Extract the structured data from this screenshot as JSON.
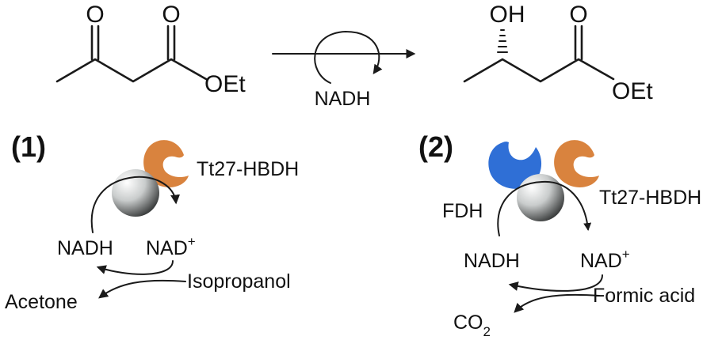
{
  "reaction": {
    "reactant": {
      "ketone_o": "O",
      "ester_o": "O",
      "ester_group": "OEt"
    },
    "product": {
      "hydroxyl": "OH",
      "ester_o": "O",
      "ester_group": "OEt"
    },
    "cofactor": "NADH"
  },
  "panel1": {
    "label": "(1)",
    "enzyme": "Tt27-HBDH",
    "cofactor_reduced": "NADH",
    "cofactor_oxidized": "NAD",
    "cofactor_oxidized_charge": "+",
    "cosubstrate": "Isopropanol",
    "coproduct": "Acetone"
  },
  "panel2": {
    "label": "(2)",
    "enzyme_1": "FDH",
    "enzyme_2": "Tt27-HBDH",
    "cofactor_reduced": "NADH",
    "cofactor_oxidized": "NAD",
    "cofactor_oxidized_charge": "+",
    "cosubstrate": "Formic acid",
    "coproduct": "CO",
    "coproduct_subscript": "2"
  },
  "colors": {
    "hbdh": "#d9833e",
    "fdh": "#2f6fd6",
    "bead": "#bfc4c4"
  }
}
